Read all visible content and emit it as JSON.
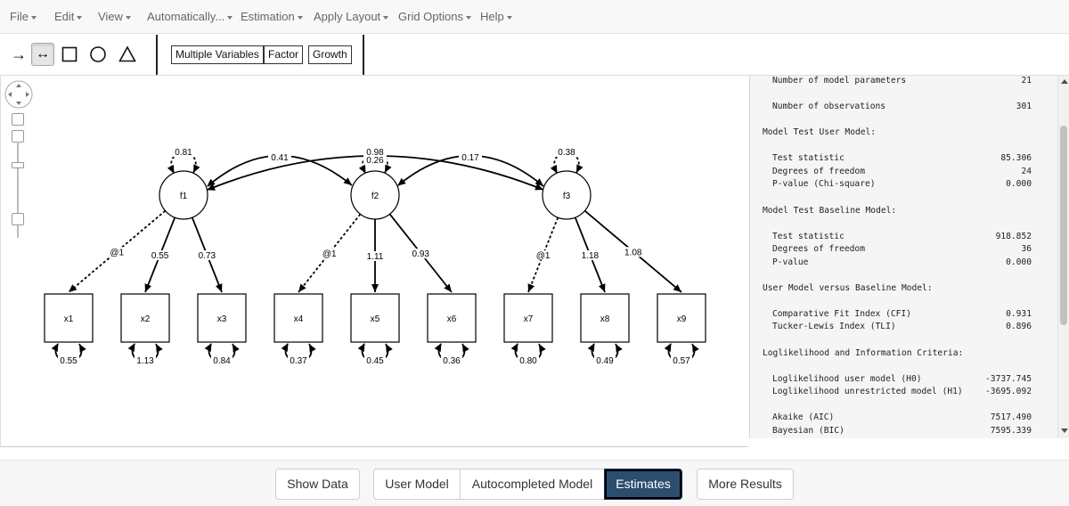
{
  "menu": {
    "items": [
      "File",
      "Edit",
      "View",
      "Automatically...",
      "Estimation",
      "Apply Layout",
      "Grid Options",
      "Help"
    ]
  },
  "toolbar": {
    "tools": [
      {
        "icon": "single-arrow-icon",
        "glyph": "→"
      },
      {
        "icon": "double-arrow-icon",
        "glyph": "↔"
      },
      {
        "icon": "square-icon"
      },
      {
        "icon": "circle-icon"
      },
      {
        "icon": "triangle-icon"
      }
    ],
    "templates": [
      "Multiple Variables",
      "Factor",
      "Growth"
    ]
  },
  "diagram": {
    "latents": [
      {
        "id": "f1",
        "label": "f1",
        "variance": "0.81"
      },
      {
        "id": "f2",
        "label": "f2",
        "variance": "0.98"
      },
      {
        "id": "f3",
        "label": "f3",
        "variance": "0.38"
      }
    ],
    "observed": [
      {
        "id": "x1",
        "label": "x1",
        "variance": "0.55"
      },
      {
        "id": "x2",
        "label": "x2",
        "variance": "1.13"
      },
      {
        "id": "x3",
        "label": "x3",
        "variance": "0.84"
      },
      {
        "id": "x4",
        "label": "x4",
        "variance": "0.37"
      },
      {
        "id": "x5",
        "label": "x5",
        "variance": "0.45"
      },
      {
        "id": "x6",
        "label": "x6",
        "variance": "0.36"
      },
      {
        "id": "x7",
        "label": "x7",
        "variance": "0.80"
      },
      {
        "id": "x8",
        "label": "x8",
        "variance": "0.49"
      },
      {
        "id": "x9",
        "label": "x9",
        "variance": "0.57"
      }
    ],
    "loadings": [
      {
        "from": "f1",
        "to": "x1",
        "label": "@1",
        "fixed": true
      },
      {
        "from": "f1",
        "to": "x2",
        "label": "0.55",
        "fixed": false
      },
      {
        "from": "f1",
        "to": "x3",
        "label": "0.73",
        "fixed": false
      },
      {
        "from": "f2",
        "to": "x4",
        "label": "@1",
        "fixed": true
      },
      {
        "from": "f2",
        "to": "x5",
        "label": "1.11",
        "fixed": false
      },
      {
        "from": "f2",
        "to": "x6",
        "label": "0.93",
        "fixed": false
      },
      {
        "from": "f3",
        "to": "x7",
        "label": "@1",
        "fixed": true
      },
      {
        "from": "f3",
        "to": "x8",
        "label": "1.18",
        "fixed": false
      },
      {
        "from": "f3",
        "to": "x9",
        "label": "1.08",
        "fixed": false
      }
    ],
    "covariances": [
      {
        "from": "f1",
        "to": "f2",
        "label": "0.41"
      },
      {
        "from": "f1",
        "to": "f3",
        "label": "0.26"
      },
      {
        "from": "f2",
        "to": "f3",
        "label": "0.17"
      }
    ]
  },
  "output": {
    "lines": [
      {
        "label": "Number of model parameters",
        "value": "21",
        "indent": true
      },
      {
        "label": "",
        "value": ""
      },
      {
        "label": "Number of observations",
        "value": "301",
        "indent": true
      },
      {
        "label": "",
        "value": ""
      },
      {
        "label": "Model Test User Model:",
        "value": "",
        "indent": false
      },
      {
        "label": "",
        "value": ""
      },
      {
        "label": "Test statistic",
        "value": "85.306",
        "indent": true
      },
      {
        "label": "Degrees of freedom",
        "value": "24",
        "indent": true
      },
      {
        "label": "P-value (Chi-square)",
        "value": "0.000",
        "indent": true
      },
      {
        "label": "",
        "value": ""
      },
      {
        "label": "Model Test Baseline Model:",
        "value": "",
        "indent": false
      },
      {
        "label": "",
        "value": ""
      },
      {
        "label": "Test statistic",
        "value": "918.852",
        "indent": true
      },
      {
        "label": "Degrees of freedom",
        "value": "36",
        "indent": true
      },
      {
        "label": "P-value",
        "value": "0.000",
        "indent": true
      },
      {
        "label": "",
        "value": ""
      },
      {
        "label": "User Model versus Baseline Model:",
        "value": "",
        "indent": false
      },
      {
        "label": "",
        "value": ""
      },
      {
        "label": "Comparative Fit Index (CFI)",
        "value": "0.931",
        "indent": true
      },
      {
        "label": "Tucker-Lewis Index (TLI)",
        "value": "0.896",
        "indent": true
      },
      {
        "label": "",
        "value": ""
      },
      {
        "label": "Loglikelihood and Information Criteria:",
        "value": "",
        "indent": false
      },
      {
        "label": "",
        "value": ""
      },
      {
        "label": "Loglikelihood user model (H0)",
        "value": "-3737.745",
        "indent": true
      },
      {
        "label": "Loglikelihood unrestricted model (H1)",
        "value": "-3695.092",
        "indent": true
      },
      {
        "label": "",
        "value": ""
      },
      {
        "label": "Akaike (AIC)",
        "value": "7517.490",
        "indent": true
      },
      {
        "label": "Bayesian (BIC)",
        "value": "7595.339",
        "indent": true
      }
    ]
  },
  "bottom": {
    "show_data": "Show Data",
    "tabs": [
      "User Model",
      "Autocompleted Model",
      "Estimates"
    ],
    "active_tab": "Estimates",
    "more_results": "More Results"
  },
  "colors": {
    "active_tab_bg": "#2c4d6e"
  }
}
